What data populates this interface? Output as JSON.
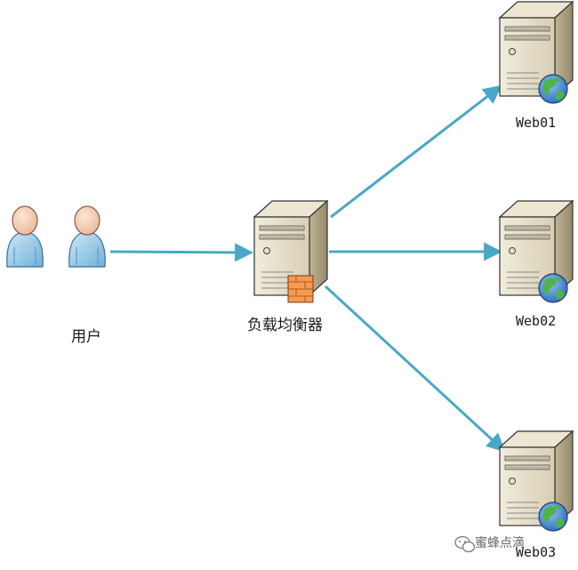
{
  "diagram": {
    "users": {
      "label": "用户",
      "icon": "user-group-icon"
    },
    "load_balancer": {
      "label": "负载均衡器",
      "icon": "server-firewall-icon"
    },
    "web_servers": [
      {
        "label": "Web01",
        "icon": "web-server-globe-icon"
      },
      {
        "label": "Web02",
        "icon": "web-server-globe-icon"
      },
      {
        "label": "Web03",
        "icon": "web-server-globe-icon"
      }
    ],
    "colors": {
      "arrow": "#4aa8c6",
      "globe": "#3a7fd0",
      "firewall": "#f07a2a"
    }
  },
  "watermark": {
    "text": "蜜蜂点滴",
    "icon": "wechat-icon"
  }
}
